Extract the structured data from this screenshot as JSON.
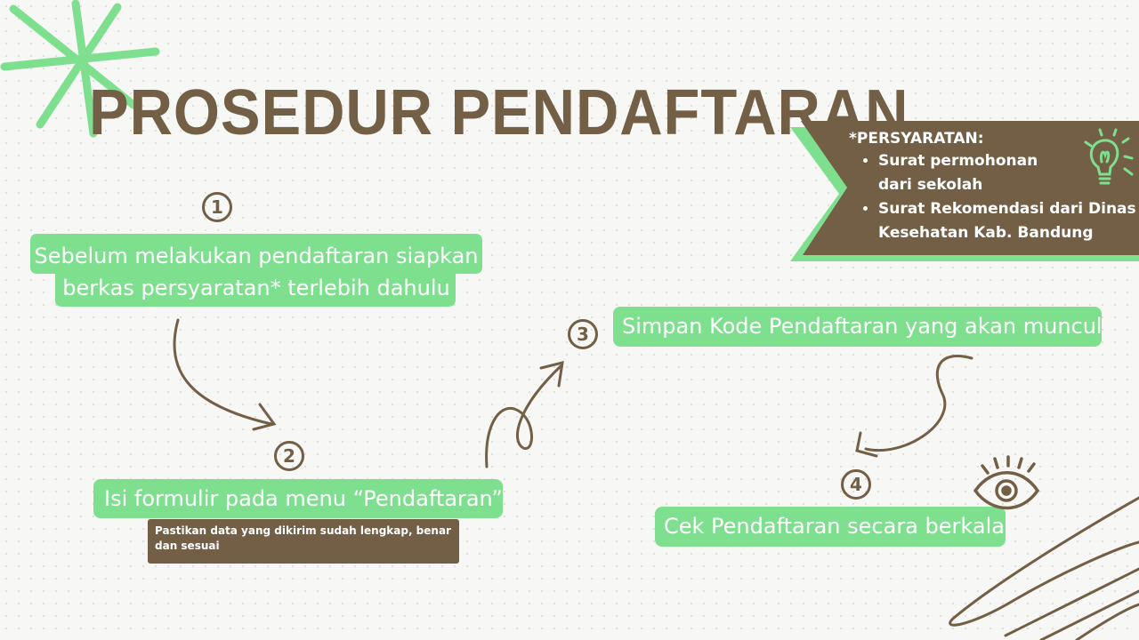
{
  "title": "PROSEDUR PENDAFTARAN",
  "requirements": {
    "heading": "*PERSYARATAN:",
    "items": [
      "Surat permohonan dari sekolah",
      "Surat Rekomendasi dari Dinas Kesehatan Kab. Bandung"
    ]
  },
  "steps": [
    {
      "number": "1",
      "text_line1": "Sebelum melakukan pendaftaran siapkan",
      "text_line2": "berkas persyaratan* terlebih dahulu"
    },
    {
      "number": "2",
      "text": "Isi formulir pada menu “Pendaftaran”",
      "note_line1": "Pastikan data yang dikirim sudah lengkap, benar",
      "note_line2": "dan sesuai"
    },
    {
      "number": "3",
      "text": "Simpan Kode Pendaftaran yang akan muncul"
    },
    {
      "number": "4",
      "text": "Cek Pendaftaran secara berkala"
    }
  ],
  "colors": {
    "brown": "#735f46",
    "green": "#7ee08f",
    "background": "#f7f7f5"
  },
  "icons": [
    "starburst-icon",
    "lightbulb-icon",
    "eye-icon"
  ]
}
